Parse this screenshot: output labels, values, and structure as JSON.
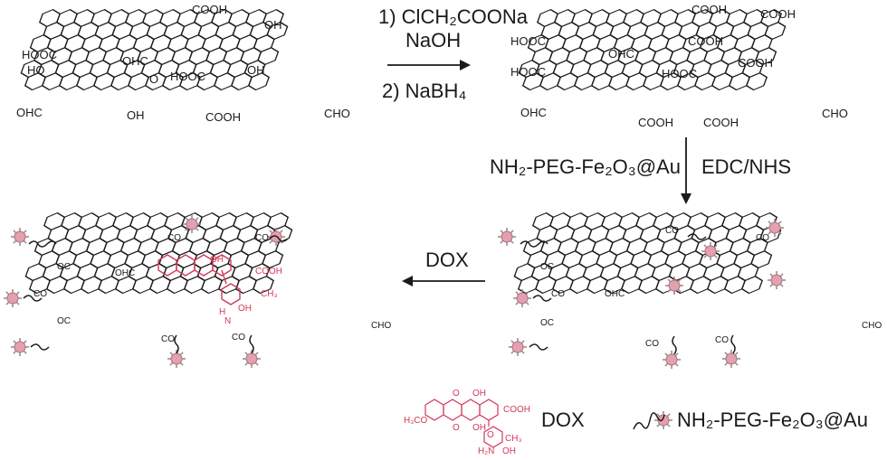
{
  "step1": {
    "line1": "1) ClCH₂COONa",
    "line2": "NaOH",
    "line3": "2) NaBH₄"
  },
  "step2": {
    "left": "NH₂-PEG-Fe₂O₃@Au",
    "right": "EDC/NHS"
  },
  "step3": {
    "label": "DOX"
  },
  "go": {
    "cooh_top1": "COOH",
    "oh_top": "OH",
    "hooc_left": "HOOC",
    "ho_left": "HO",
    "ohc_mid": "OHC",
    "o_mid": "O",
    "hooc_mid": "HOOC",
    "oh_mid": "OH",
    "ohc_left": "OHC",
    "oh_bottom": "OH",
    "cooh_bottom": "COOH",
    "cho_right": "CHO"
  },
  "cgo": {
    "cooh_top1": "COOH",
    "cooh_top2": "COOH",
    "hooc_left1": "HOOC",
    "cooh_mid": "COOH",
    "hooc_left2": "HOOC",
    "ohc_mid": "OHC",
    "hooc_mid": "HOOC",
    "cooh_mid2": "COOH",
    "ohc_left": "OHC",
    "cooh_bottom1": "COOH",
    "cooh_bottom2": "COOH",
    "cho_right": "CHO"
  },
  "np_go": {
    "co_top": "CO",
    "co_top2": "CO",
    "oc_left1": "OC",
    "co_left": "CO",
    "oc_left2": "OC",
    "ohc_mid": "OHC",
    "co_bottom1": "CO",
    "co_bottom2": "CO",
    "cho_right": "CHO"
  },
  "final": {
    "co_top": "CO",
    "co_top2": "CO",
    "oc_left1": "OC",
    "co_left": "CO",
    "oc_left2": "OC",
    "ohc_mid": "OHC",
    "co_bottom1": "CO",
    "co_bottom2": "CO",
    "cho_right": "CHO",
    "dox_bits": [
      "OH",
      "COOH",
      "CH₃",
      "OH",
      "H",
      "N"
    ]
  },
  "legend": {
    "dox_label": "DOX",
    "np_label": "NH₂-PEG-Fe₂O₃@Au",
    "dox_struct": {
      "h3co": "H₃CO",
      "o1": "O",
      "oh1": "OH",
      "cooh": "COOH",
      "o2": "O",
      "oh2": "OH",
      "o3": "O",
      "ch3": "CH₃",
      "h2n": "H₂N",
      "oh3": "OH"
    }
  },
  "colors": {
    "line": "#1a1a1a",
    "dox": "#d23a5a",
    "particle": "#e3a0ae",
    "spike": "#8a8a8a"
  }
}
